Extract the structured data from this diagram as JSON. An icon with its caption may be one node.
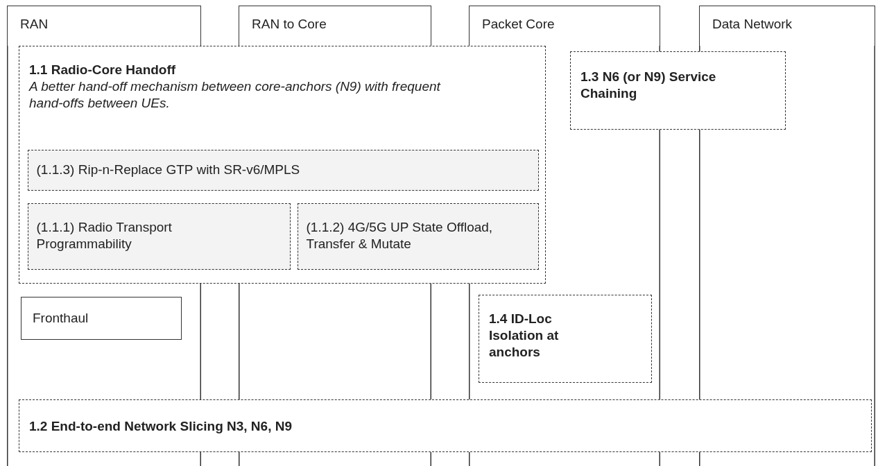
{
  "diagram": {
    "nodes": [
      {
        "text": [
          "RAN"
        ]
      },
      {
        "text": [
          "RAN to Core"
        ]
      },
      {
        "text": [
          "Packet Core"
        ]
      },
      {
        "text": [
          "Data Network"
        ]
      },
      {
        "text": [
          "1.1 Radio-Core Handoff",
          "A better hand-off mechanism between core-anchors (N9) with frequent hand-offs between UEs."
        ]
      },
      {
        "text": [
          "1.3 N6 (or N9) Service Chaining"
        ]
      },
      {
        "text": [
          "(1.1.3) Rip-n-Replace GTP with SR-v6/MPLS"
        ],
        "in": 4
      },
      {
        "text": [
          "(1.1.1) Radio Transport Programmability"
        ],
        "in": 4
      },
      {
        "text": [
          "(1.1.2) 4G/5G UP State Offload, Transfer & Mutate"
        ],
        "in": 4
      },
      {
        "text": [
          "Fronthaul"
        ]
      },
      {
        "text": [
          "1.4 ID-Loc Isolation at anchors"
        ]
      },
      {
        "text": [
          "1.2 End-to-end Network Slicing N3, N6, N9"
        ]
      }
    ],
    "edges": []
  }
}
